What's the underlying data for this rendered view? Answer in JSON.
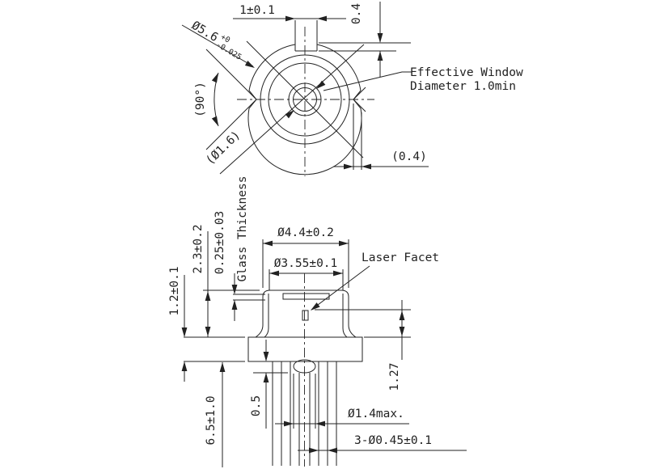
{
  "drawing": {
    "background": "#ffffff",
    "line_color": "#222222",
    "top_view": {
      "tab_width": "1±0.1",
      "tab_depth": "0.4",
      "outer_diameter": "Ø5.6",
      "outer_diameter_tol_upper": "+0",
      "outer_diameter_tol_lower": "-0.025",
      "notch_angle": "(90°)",
      "window_diameter": "(Ø1.6)",
      "notch_depth": "(0.4)",
      "effective_window_line1": "Effective Window",
      "effective_window_line2": "Diameter 1.0min"
    },
    "side_view": {
      "cap_diameter": "Ø4.4±0.2",
      "window_opening_diameter": "Ø3.55±0.1",
      "laser_facet": "Laser Facet",
      "cap_height": "2.3±0.2",
      "glass_thickness_value": "0.25±0.03",
      "glass_thickness_label": "Glass Thickness",
      "flange_thickness": "1.2±0.1",
      "lead_length": "6.5±1.0",
      "bead_offset": "0.5",
      "facet_height": "1.27",
      "bead_diameter": "Ø1.4max.",
      "lead_diameter": "3-Ø0.45±0.1"
    }
  }
}
